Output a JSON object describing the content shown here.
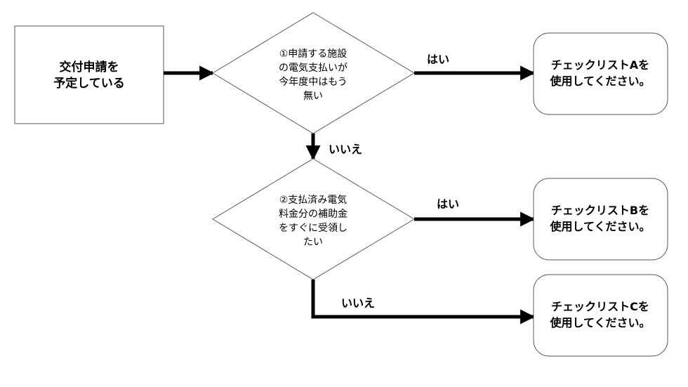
{
  "start_box": {
    "lines": [
      "交付申請を",
      "予定している"
    ]
  },
  "decision1": {
    "lines": [
      "①申請する施設",
      "の電気支払いが",
      "今年度中はもう",
      "無い"
    ]
  },
  "decision2": {
    "lines": [
      "②支払済み電気",
      "料金分の補助金",
      "をすぐに受領し",
      "たい"
    ]
  },
  "labels": {
    "yes1": "はい",
    "no1": "いいえ",
    "yes2": "はい",
    "no2": "いいえ"
  },
  "result_a": {
    "lines": [
      "チェックリストAを",
      "使用してください。"
    ]
  },
  "result_b": {
    "lines": [
      "チェックリストBを",
      "使用してください。"
    ]
  },
  "result_c": {
    "lines": [
      "チェックリストCを",
      "使用してください。"
    ]
  }
}
